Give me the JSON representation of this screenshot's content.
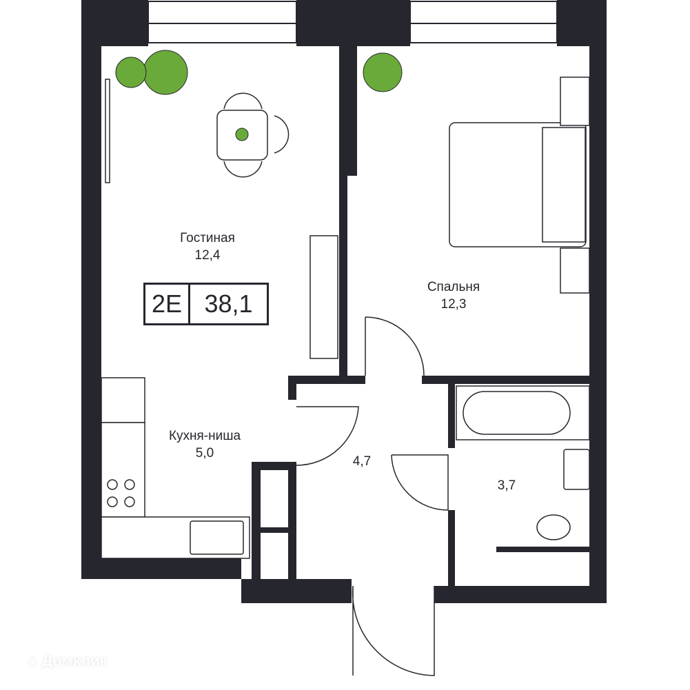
{
  "plan": {
    "type_code": "2E",
    "total_area": "38,1",
    "rooms": [
      {
        "name": "Гостиная",
        "area": "12,4"
      },
      {
        "name": "Спальня",
        "area": "12,3"
      },
      {
        "name": "Кухня-ниша",
        "area": "5,0"
      },
      {
        "name": "",
        "area": "4,7"
      },
      {
        "name": "",
        "area": "3,7"
      }
    ]
  },
  "watermark": "Домклик",
  "colors": {
    "wall": "#26272e",
    "plant": "#6aaa3a"
  }
}
